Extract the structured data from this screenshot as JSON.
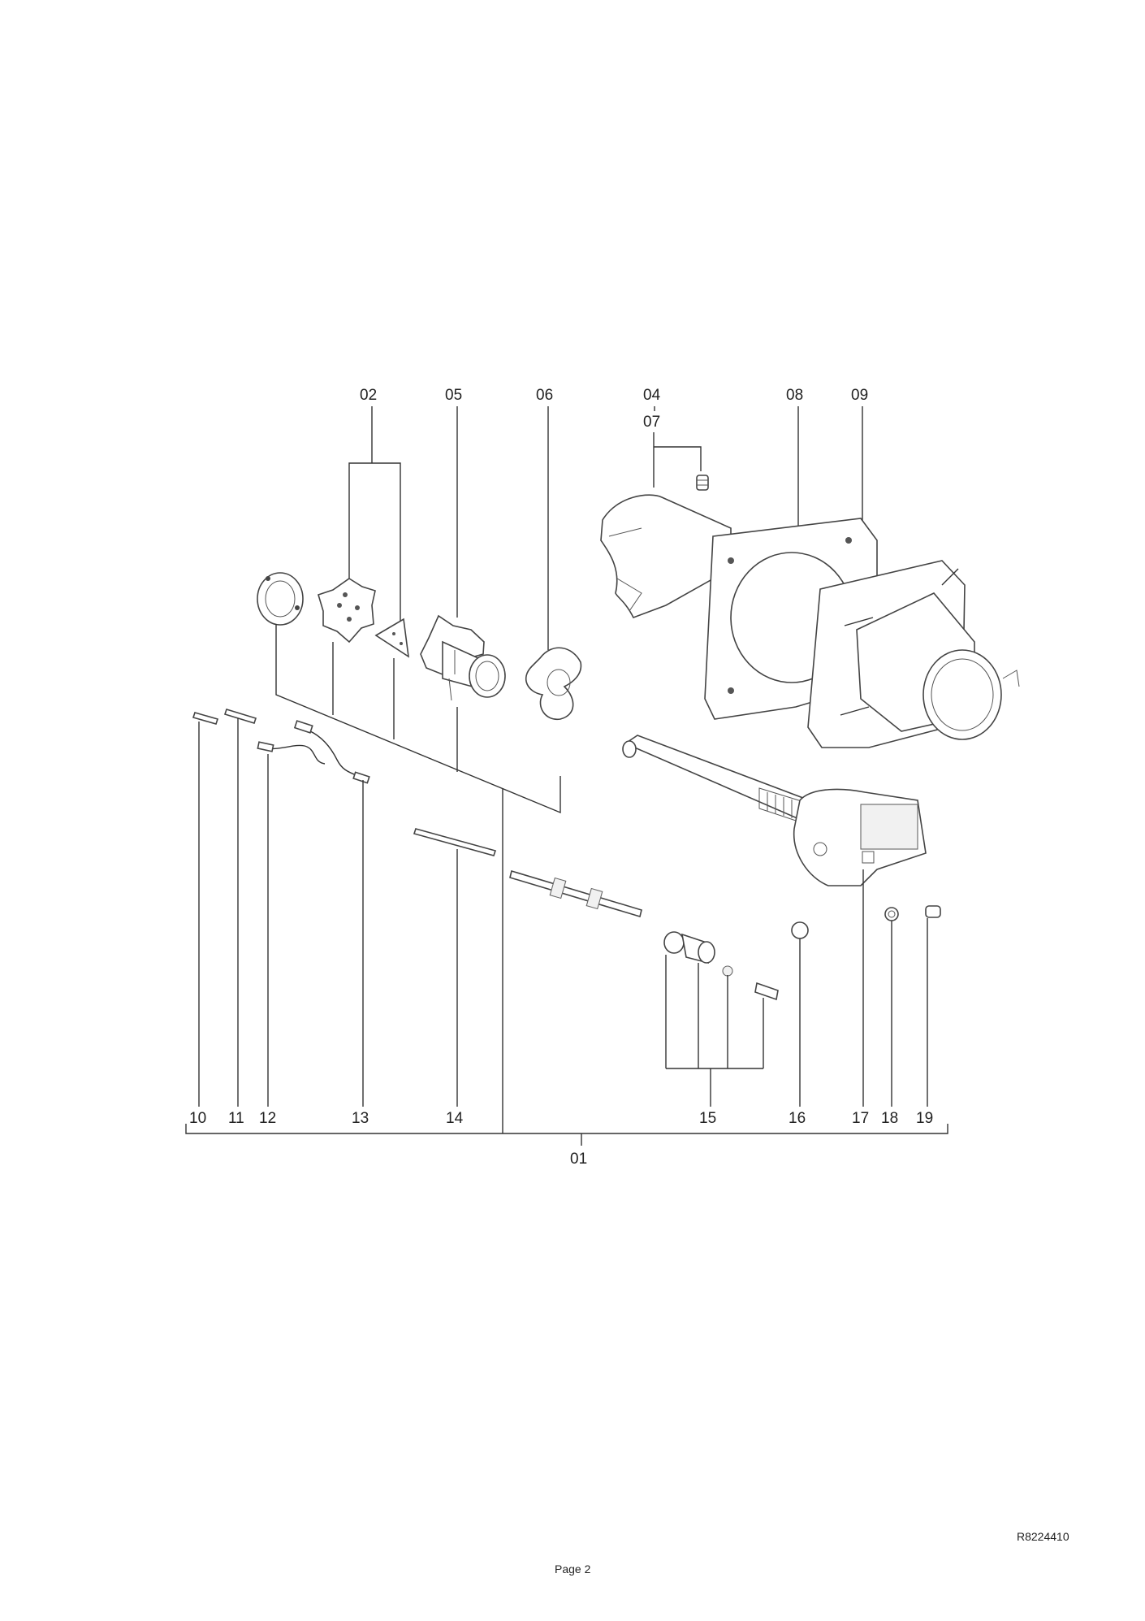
{
  "labels": {
    "l02": "02",
    "l05": "05",
    "l06": "06",
    "l04": "04",
    "l07": "07",
    "l08": "08",
    "l09": "09",
    "l10": "10",
    "l11": "11",
    "l12": "12",
    "l13": "13",
    "l14": "14",
    "l15": "15",
    "l16": "16",
    "l17": "17",
    "l18": "18",
    "l19": "19",
    "l01": "01"
  },
  "footer": {
    "doc_ref": "R8224410",
    "page": "Page 2"
  }
}
